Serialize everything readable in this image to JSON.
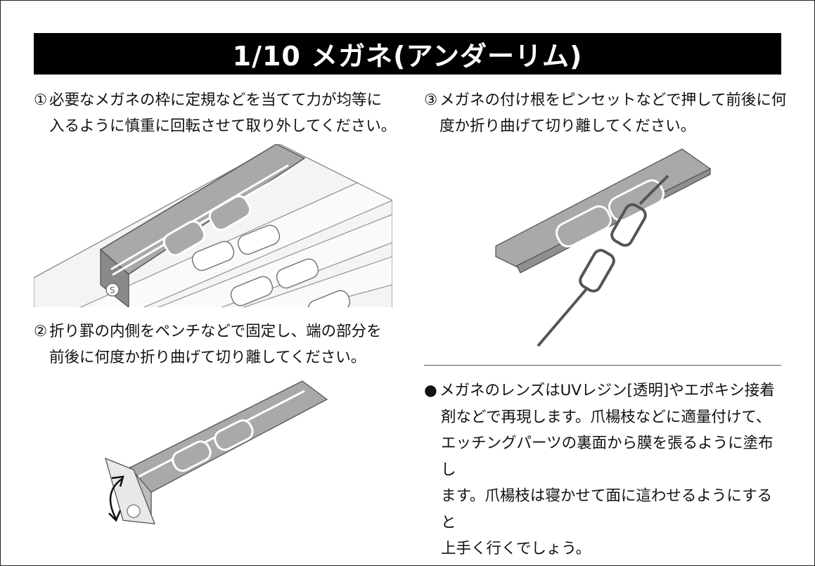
{
  "title": "1/10 メガネ(アンダーリム)",
  "steps": [
    {
      "num": "①",
      "line1": "必要なメガネの枠に定規などを当てて力が均等に",
      "line2": "入るように慎重に回転させて取り外してください。"
    },
    {
      "num": "②",
      "line1": "折り罫の内側をペンチなどで固定し、端の部分を",
      "line2": "前後に何度か折り曲げて切り離してください。"
    },
    {
      "num": "③",
      "line1": "メガネの付け根をピンセットなどで押して前後に何",
      "line2": "度か折り曲げて切り離してください。"
    }
  ],
  "note": {
    "bullet": "●",
    "lines": [
      "メガネのレンズはUVレジン[透明]やエポキシ接着",
      "剤などで再現します。爪楊枝などに適量付けて、",
      "エッチングパーツの裏面から膜を張るように塗布し",
      "ます。爪楊枝は寝かせて面に這わせるようにすると",
      "上手く行くでしょう。"
    ]
  },
  "illustrations": {
    "step1_icon": "etched-sheet-with-ruler",
    "step2_icon": "folding-tab-with-pliers",
    "step3_icon": "detaching-glasses-with-tweezers",
    "sheet_marker": "S"
  }
}
